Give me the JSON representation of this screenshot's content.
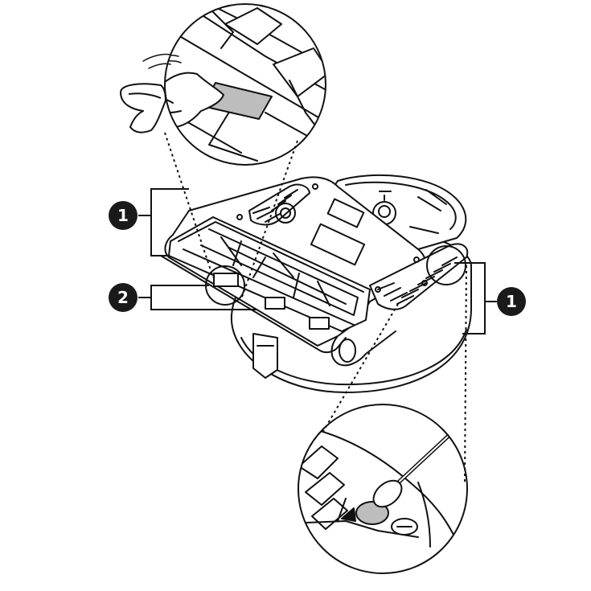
{
  "callouts": [
    {
      "id": "left-sensor-1",
      "number": "1"
    },
    {
      "id": "left-sensor-2",
      "number": "2"
    },
    {
      "id": "right-sensor-1",
      "number": "1"
    }
  ],
  "colors": {
    "stroke": "#111111",
    "badge": "#1a1a1a",
    "badge_text": "#ffffff",
    "sensor_window": "#bdbdbd"
  },
  "icons": [
    "cloth-wipe-illustration",
    "cotton-swab-illustration",
    "robot-vacuum-illustration"
  ]
}
